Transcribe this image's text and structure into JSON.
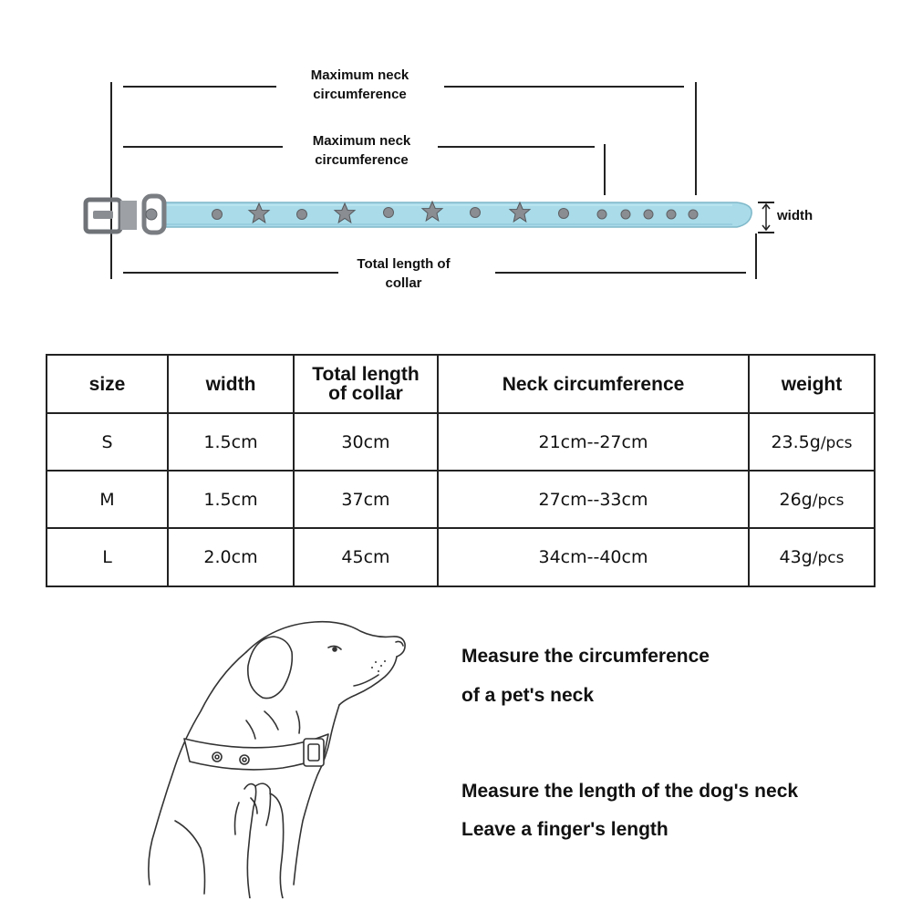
{
  "diagram": {
    "max_neck_label_1": "Maximum neck circumference",
    "max_neck_label_2": "Maximum neck circumference",
    "total_length_label": "Total length of collar",
    "width_label": "width",
    "collar_color": "#a9dbe9",
    "stud_color": "#8a8d92"
  },
  "table": {
    "headers": [
      "size",
      "width",
      "Total length of collar",
      "Neck circumference",
      "weight"
    ],
    "rows": [
      {
        "size": "S",
        "width": "1.5cm",
        "length": "30cm",
        "neck": "21cm--27cm",
        "weight": "23.5g",
        "unit": "/pcs"
      },
      {
        "size": "M",
        "width": "1.5cm",
        "length": "37cm",
        "neck": "27cm--33cm",
        "weight": "26g",
        "unit": "/pcs"
      },
      {
        "size": "L",
        "width": "2.0cm",
        "length": "45cm",
        "neck": "34cm--40cm",
        "weight": "43g",
        "unit": "/pcs"
      }
    ]
  },
  "instructions": {
    "line1": "Measure the circumference",
    "line2": "of a pet's neck",
    "line3": "Measure the length of the dog's neck",
    "line4": "Leave a finger's length"
  },
  "icons": [
    "dog-sketch-icon",
    "collar-icon",
    "buckle-icon",
    "star-stud-icon"
  ]
}
